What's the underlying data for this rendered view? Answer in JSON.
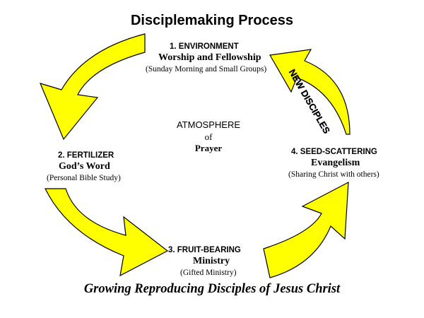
{
  "title": "Disciplemaking Process",
  "colors": {
    "arrow_fill": "#ffff00",
    "arrow_stroke": "#000000",
    "text": "#000000"
  },
  "stages": [
    {
      "label": "1. ENVIRONMENT",
      "sub": "Worship and Fellowship",
      "note": "(Sunday Morning and Small Groups)"
    },
    {
      "label": "2. FERTILIZER",
      "sub": "God’s Word",
      "note": "(Personal Bible Study)"
    },
    {
      "label": "3. FRUIT-BEARING",
      "sub": "Ministry",
      "note": "(Gifted Ministry)"
    },
    {
      "label": "4. SEED-SCATTERING",
      "sub": "Evangelism",
      "note": "(Sharing Christ with others)"
    }
  ],
  "center": {
    "line1": "ATMOSPHERE",
    "line2": "of",
    "line3": "Prayer"
  },
  "new_disciples": "NEW DISCIPLES",
  "footer": "Growing Reproducing Disciples of Jesus Christ"
}
